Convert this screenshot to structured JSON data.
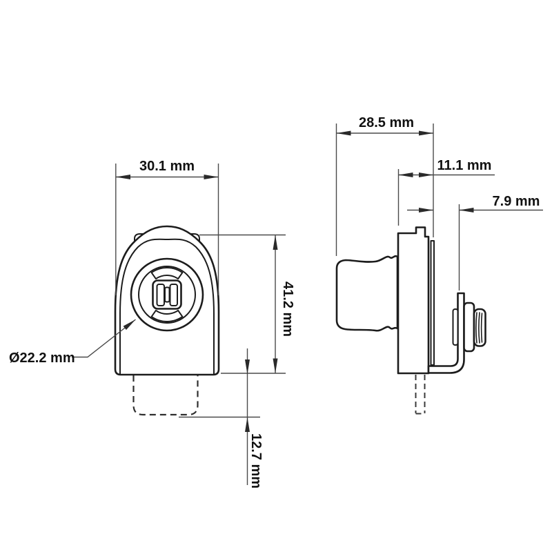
{
  "drawing": {
    "dimensions": {
      "front_width": "30.1 mm",
      "front_height": "41.2 mm",
      "front_diameter": "Ø22.2 mm",
      "front_stem_depth": "12.7 mm",
      "side_overall_depth": "28.5 mm",
      "side_body_depth": "11.1 mm",
      "side_bracket_offset": "7.9 mm"
    },
    "colors": {
      "outline": "#1c1c1c",
      "dimension_line": "#4a4a4a",
      "arrow": "#2a2a2a",
      "text": "#111111",
      "background": "#ffffff"
    }
  }
}
